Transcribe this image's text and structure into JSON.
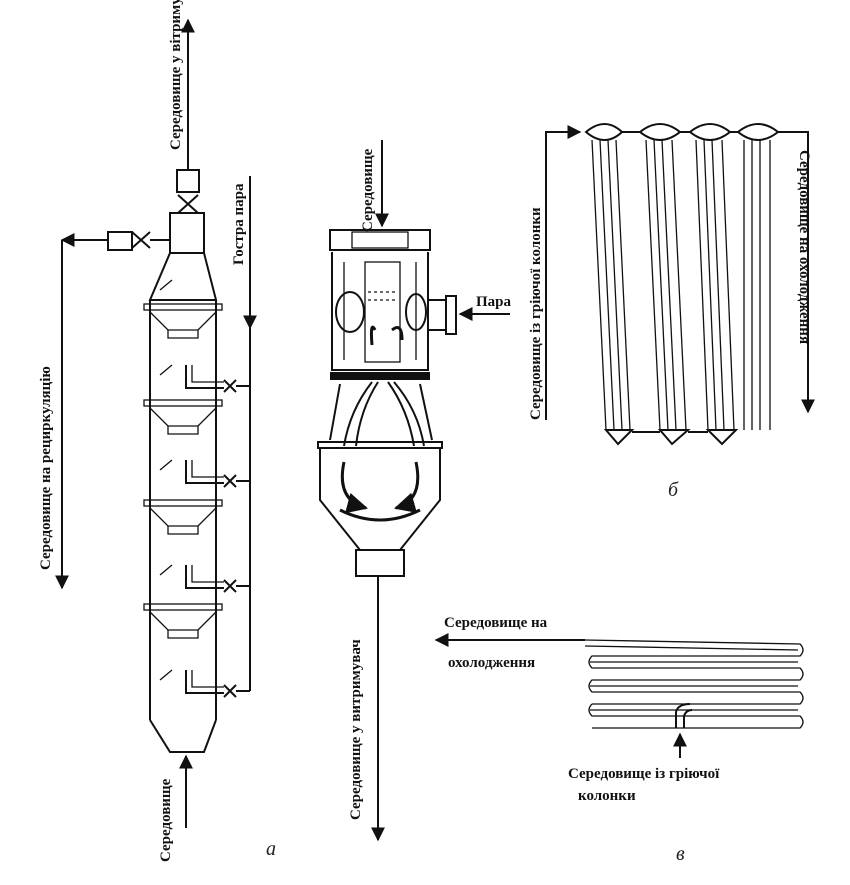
{
  "labels": {
    "a_top_out": "Середовище у вітримувач",
    "a_recirc": "Середовище на рециркуляцію",
    "a_live_steam": "Гостра пара",
    "a_medium_in": "Середовище",
    "b_medium_in": "Середовище",
    "b_steam": "Пара",
    "b_to_holder": "Середовище у витримувач",
    "c_from_column": "Середовище із гріючої колонки",
    "c_to_cooling": "Середовище на охолодження",
    "d_to_cooling_1": "Середовище на",
    "d_to_cooling_2": "охолодження",
    "d_from_column_1": "Середовище із гріючої",
    "d_from_column_2": "колонки"
  },
  "subfigures": {
    "a": "а",
    "b": "б",
    "c": "в"
  }
}
